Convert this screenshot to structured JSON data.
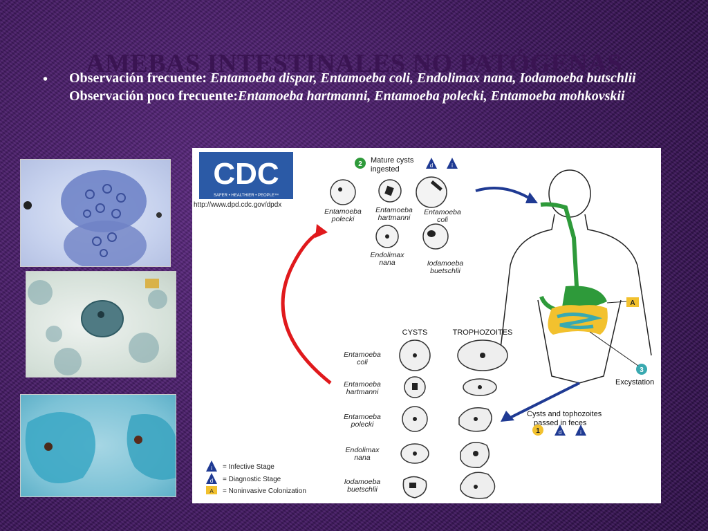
{
  "title": "AMEBAS INTESTINALES NO PATÓGENAS",
  "bullet": {
    "mark": "•",
    "line1_label": "Observación frecuente:",
    "line1_species": "Entamoeba dispar, Entamoeba coli, Endolimax nana, Iodamoeba butschlii",
    "line2_label": "Observación poco frecuente:",
    "line2_species": "Entamoeba hartmanni, Entamoeba polecki, Entamoeba mohkovskii"
  },
  "diagram": {
    "logo_text": "CDC",
    "logo_tagline": "SAFER • HEALTHIER • PEOPLE™",
    "url": "http://www.dpd.cdc.gov/dpdx",
    "step2_number": "2",
    "step2_label": "Mature cysts",
    "step2_label2": "ingested",
    "cysts_top": [
      "Entamoeba polecki",
      "Entamoeba hartmanni",
      "Entamoeba coli",
      "Endolimax nana",
      "Iodamoeba buetschlii"
    ],
    "col_cysts": "CYSTS",
    "col_trophozoites": "TROPHOZOITES",
    "table_rows": [
      "Entamoeba coli",
      "Entamoeba hartmanni",
      "Entamoeba polecki",
      "Endolimax nana",
      "Iodamoeba buetschlii"
    ],
    "step1_number": "1",
    "step1_label": "Cysts and tophozoites",
    "step1_label2": "passed in feces",
    "step3_number": "3",
    "step3_label": "Excystation",
    "marker_a": "A",
    "legend": [
      {
        "symbol": "i",
        "text": "= Infective Stage"
      },
      {
        "symbol": "d",
        "text": "= Diagnostic Stage"
      },
      {
        "symbol": "A",
        "text": "= Noninvasive Colonization"
      }
    ],
    "colors": {
      "red_arrow": "#e0191c",
      "blue_arrow": "#1f3a93",
      "gut_green": "#2e9a3a",
      "colon_yellow": "#f2c12e",
      "small_intestine_teal": "#39a9b0"
    }
  }
}
